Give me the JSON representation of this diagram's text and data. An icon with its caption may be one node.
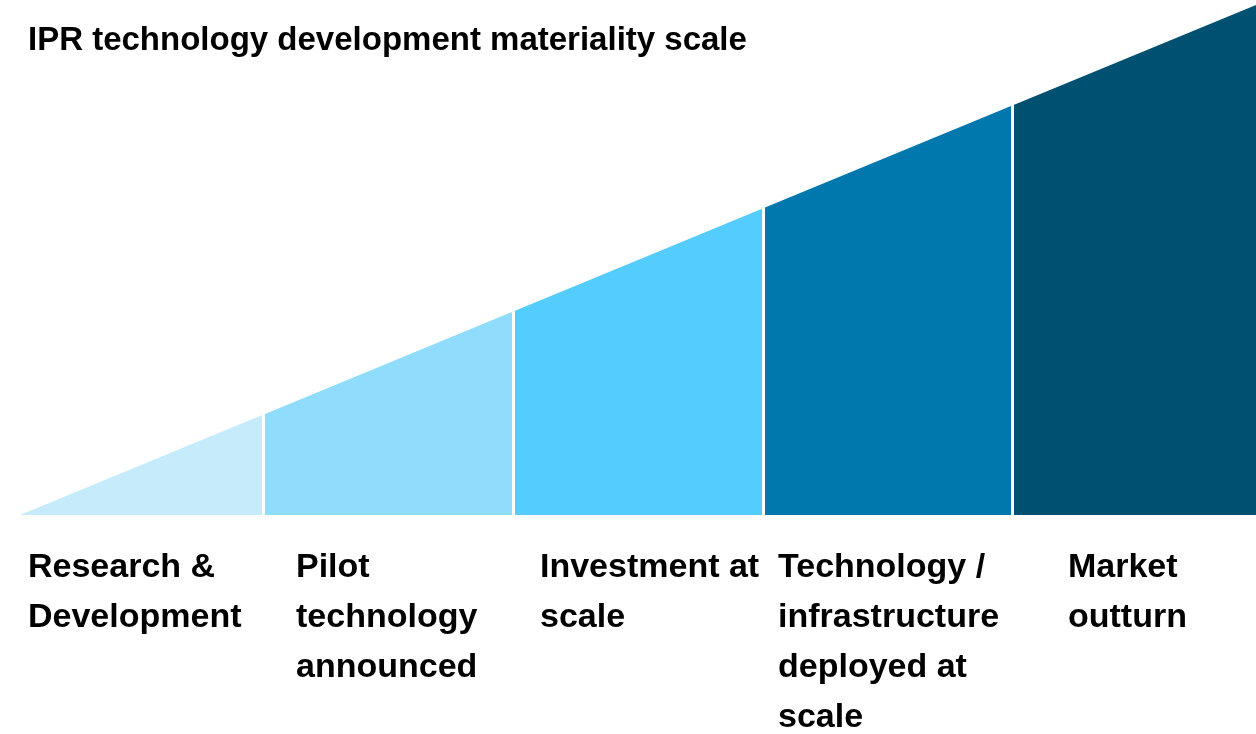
{
  "diagram": {
    "title": "IPR technology development materiality scale",
    "nodes": [
      {
        "text": [
          "Research & Development"
        ]
      },
      {
        "text": [
          "Pilot technology announced"
        ]
      },
      {
        "text": [
          "Investment at scale"
        ]
      },
      {
        "text": [
          "Technology / infrastructure deployed at scale"
        ]
      },
      {
        "text": [
          "Market outturn"
        ]
      }
    ]
  }
}
